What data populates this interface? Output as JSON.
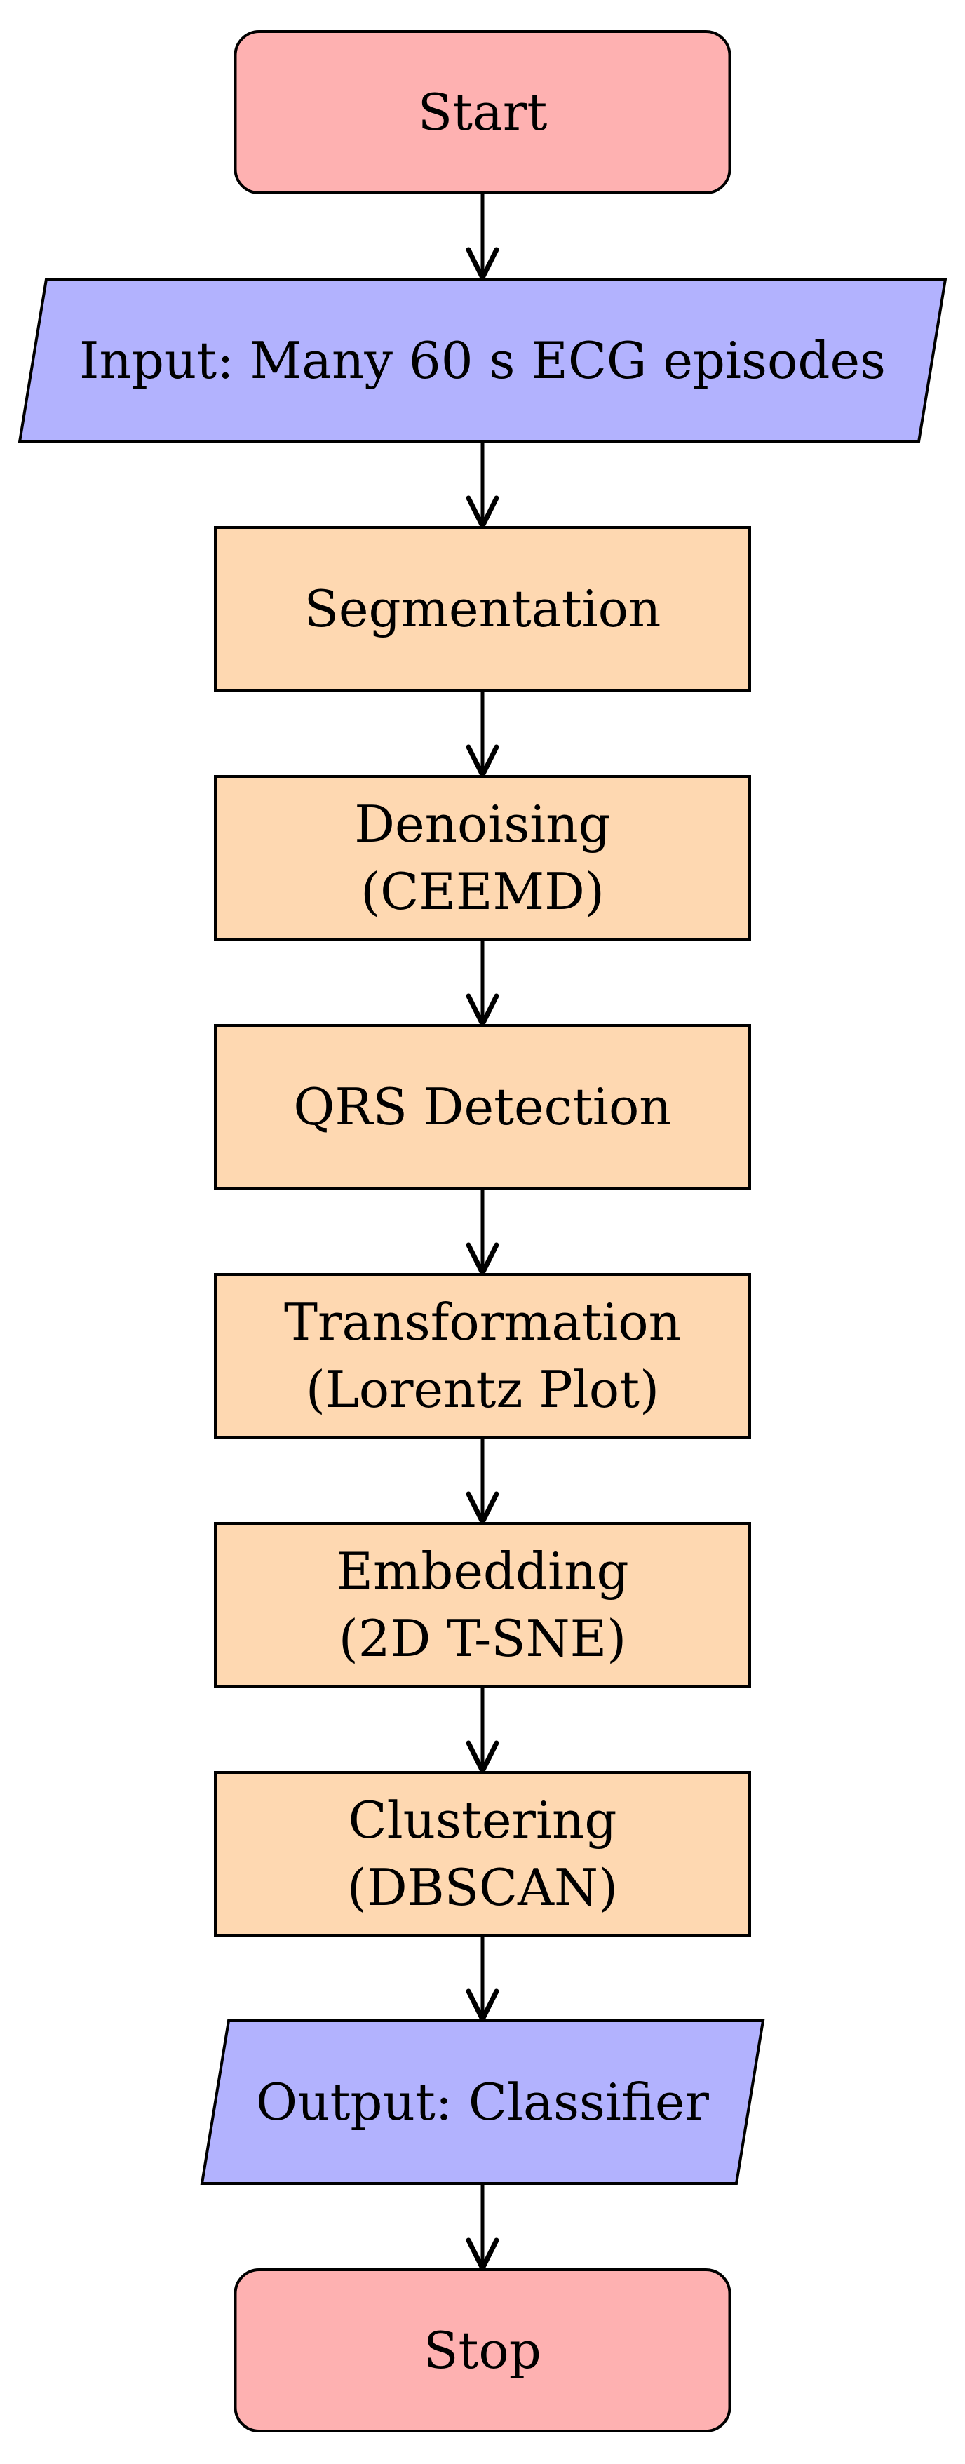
{
  "colors": {
    "terminal_fill": "#feb1b1",
    "io_fill": "#b2b2fe",
    "process_fill": "#fed8b1",
    "stroke": "#000000",
    "background": "#ffffff"
  },
  "nodes": {
    "start": {
      "kind": "terminal",
      "lines": [
        "Start"
      ]
    },
    "input": {
      "kind": "io",
      "lines": [
        "Input: Many 60 s ECG episodes"
      ]
    },
    "segmentation": {
      "kind": "process",
      "lines": [
        "Segmentation"
      ]
    },
    "denoising": {
      "kind": "process",
      "lines": [
        "Denoising",
        "(CEEMD)"
      ]
    },
    "qrs": {
      "kind": "process",
      "lines": [
        "QRS Detection"
      ]
    },
    "transformation": {
      "kind": "process",
      "lines": [
        "Transformation",
        "(Lorentz Plot)"
      ]
    },
    "embedding": {
      "kind": "process",
      "lines": [
        "Embedding",
        "(2D T-SNE)"
      ]
    },
    "clustering": {
      "kind": "process",
      "lines": [
        "Clustering",
        "(DBSCAN)"
      ]
    },
    "output": {
      "kind": "io",
      "lines": [
        "Output: Classifier"
      ]
    },
    "stop": {
      "kind": "terminal",
      "lines": [
        "Stop"
      ]
    }
  },
  "edges": [
    [
      "start",
      "input"
    ],
    [
      "input",
      "segmentation"
    ],
    [
      "segmentation",
      "denoising"
    ],
    [
      "denoising",
      "qrs"
    ],
    [
      "qrs",
      "transformation"
    ],
    [
      "transformation",
      "embedding"
    ],
    [
      "embedding",
      "clustering"
    ],
    [
      "clustering",
      "output"
    ],
    [
      "output",
      "stop"
    ]
  ]
}
